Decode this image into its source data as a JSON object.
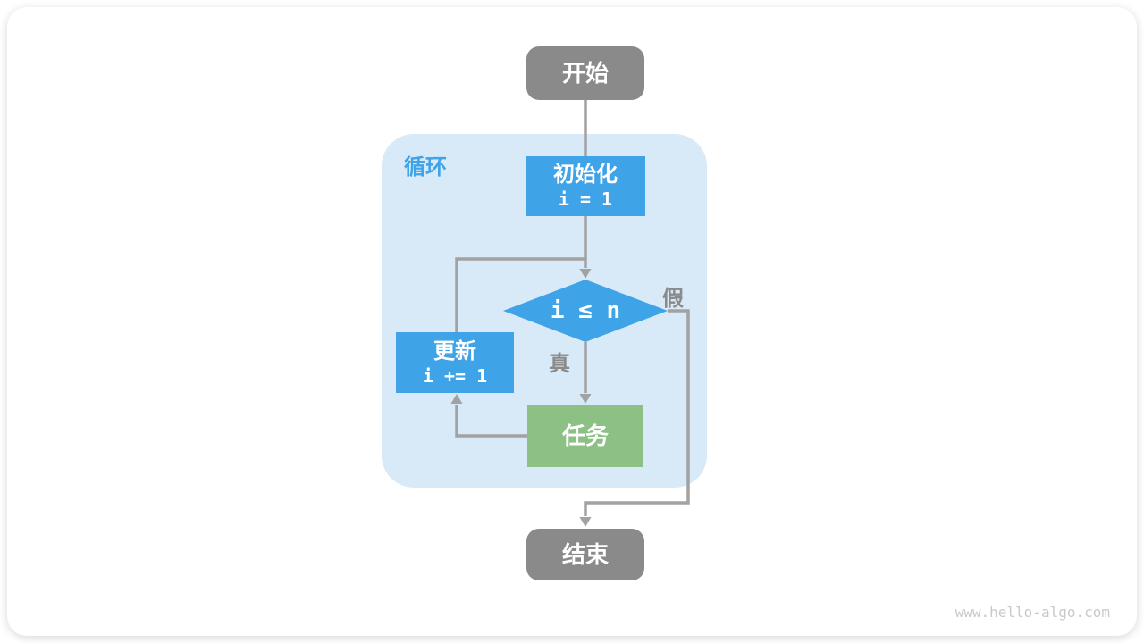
{
  "diagram": {
    "nodes": {
      "start": {
        "label": "开始"
      },
      "loop": {
        "label": "循环"
      },
      "init": {
        "title": "初始化",
        "code": "i = 1"
      },
      "condition": {
        "code": "i ≤ n"
      },
      "update": {
        "title": "更新",
        "code": "i += 1"
      },
      "task": {
        "label": "任务"
      },
      "end": {
        "label": "结束"
      }
    },
    "edge_labels": {
      "true": "真",
      "false": "假"
    }
  },
  "watermark": "www.hello-algo.com",
  "colors": {
    "box_blue": "#3FA3E8",
    "box_green": "#8DC084",
    "box_gray": "#8A8A8A",
    "container_blue": "#D8EAF8",
    "line_gray": "#A2A2A2",
    "label_gray": "#8A8A8A",
    "loop_label_blue": "#3FA3E8",
    "watermark_gray": "#C9C9C9"
  }
}
